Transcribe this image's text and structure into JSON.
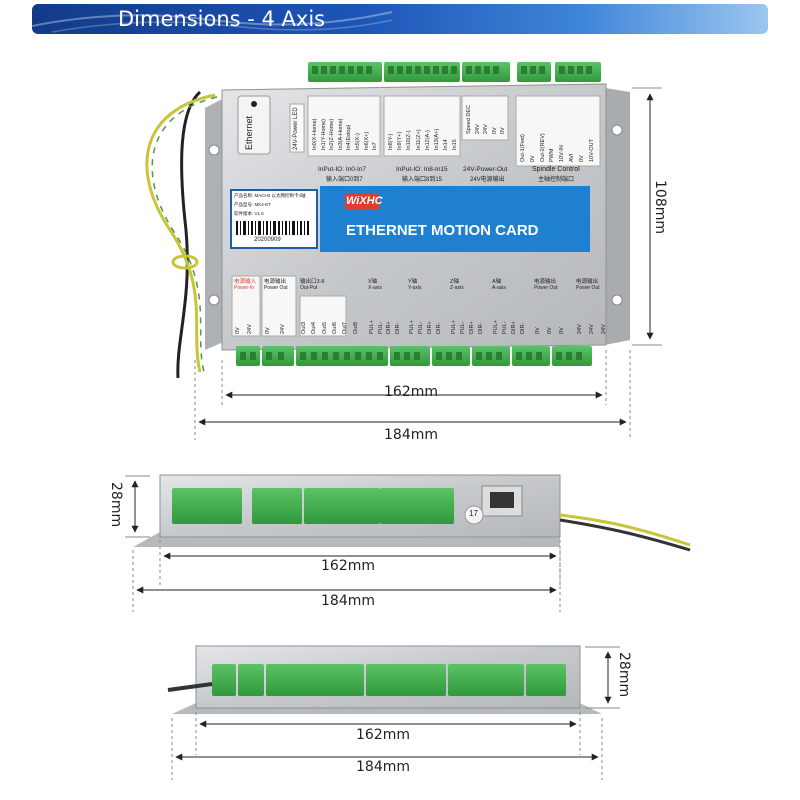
{
  "banner": {
    "title": "Dimensions - 4 Axis"
  },
  "board": {
    "ethernet_label": "Ethernet",
    "power_led_label": "24V-Power LED",
    "brand": "WiXHC",
    "card_title": "ETHERNET MOTION CARD",
    "sticker": {
      "line1": "产品名称: MACH3 以太网控制卡4轴",
      "line2": "产品型号: MK4-ET",
      "line3": "软件版本: V1.5",
      "barcode_number": "20200909"
    },
    "top_inputs_a": [
      "In0(X-Home)",
      "In1(Y-Home)",
      "In2(Z-Home)",
      "In3(A-Home)",
      "In4(Estop)",
      "In5(X-)",
      "In6(X+)",
      "In7"
    ],
    "top_inputs_b": [
      "In8(Y-)",
      "In9(Y+)",
      "In10(Z-)",
      "In11(Z+)",
      "In12(A-)",
      "In13(A+)",
      "In14",
      "In15"
    ],
    "top_power": [
      "Speed DEC",
      "24V",
      "24V",
      "0V",
      "0V"
    ],
    "section_labels": {
      "input_a": "InPut-IO: In0-In7",
      "input_a_cn": "输入端口0到7",
      "input_b": "InPut-IO: In8-In15",
      "input_b_cn": "输入端口8到15",
      "power_out": "24V-Power-Out",
      "power_out_cn": "24V电源输出",
      "spindle": "Spindle Control",
      "spindle_cn": "主轴控制端口"
    },
    "spindle_pins": [
      "Out-1(Fwd)",
      "0V",
      "Out-2(REV)",
      "PWM",
      "10V-IN",
      "AVI",
      "0V",
      "10V-OUT"
    ],
    "bottom_sections": [
      {
        "cn": "电源输入",
        "en": "Power-In",
        "pins": [
          "0V",
          "24V"
        ]
      },
      {
        "cn": "电源输出",
        "en": "Power Out",
        "pins": [
          "0V",
          "24V"
        ]
      },
      {
        "cn": "输出口3-8",
        "en": "Out-Put",
        "pins": [
          "Out3",
          "Out4",
          "Out5",
          "Out6",
          "Out7",
          "Out8"
        ]
      },
      {
        "cn": "X轴",
        "en": "X-axis",
        "pins": [
          "PUL+",
          "PUL-",
          "DIR+",
          "DIR-"
        ]
      },
      {
        "cn": "Y轴",
        "en": "Y-axis",
        "pins": [
          "PUL+",
          "PUL-",
          "DIR+",
          "DIR-"
        ]
      },
      {
        "cn": "Z轴",
        "en": "Z-axis",
        "pins": [
          "PUL+",
          "PUL-",
          "DIR+",
          "DIR-"
        ]
      },
      {
        "cn": "A轴",
        "en": "A-axis",
        "pins": [
          "PUL+",
          "PUL-",
          "DIR+",
          "DIR-"
        ]
      },
      {
        "cn": "电源输出",
        "en": "Power Out",
        "pins": [
          "0V",
          "0V",
          "0V"
        ]
      },
      {
        "cn": "电源输出",
        "en": "Power Out",
        "pins": [
          "24V",
          "24V",
          "24V"
        ]
      }
    ]
  },
  "dimensions": {
    "top_height": "108mm",
    "top_inner_width": "162mm",
    "top_outer_width": "184mm",
    "side_height": "28mm",
    "side_inner_width": "162mm",
    "side_outer_width": "184mm",
    "front_height": "28mm",
    "front_inner_width": "162mm",
    "front_outer_width": "184mm"
  },
  "side_view": {
    "sticker_text": "17"
  },
  "colors": {
    "banner_dark": "#123a8a",
    "banner_light": "#9cc6ef",
    "terminal_green": "#3fae49",
    "board_silver": "#c9ccd0",
    "label_blue": "#1f7fd0",
    "title_red": "#e33b2e"
  }
}
